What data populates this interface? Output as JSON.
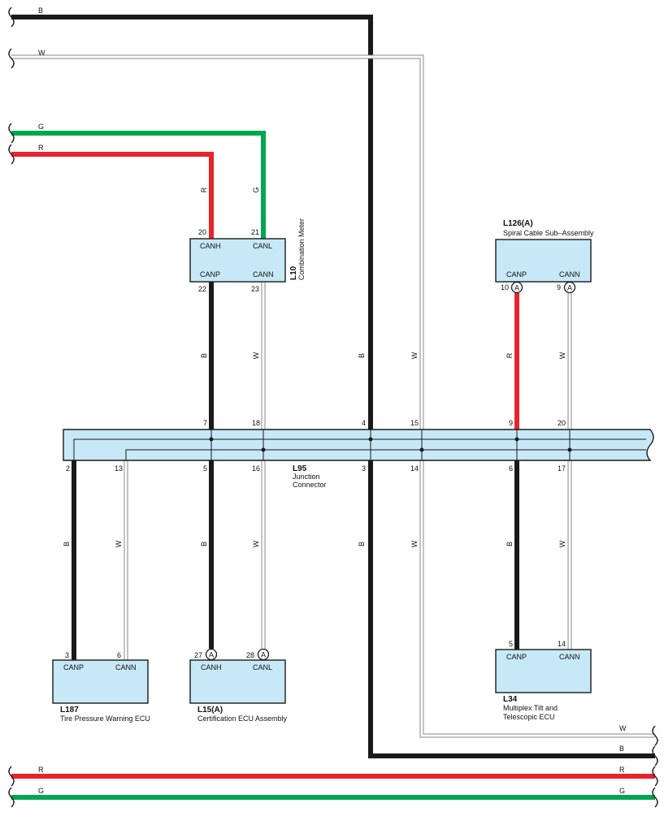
{
  "colors": {
    "black_wire": "#1a1a1a",
    "red_wire": "#e8232a",
    "green_wire": "#00a651",
    "white_wire_outline": "#8a8a8a",
    "connector_fill": "#c7e8f7",
    "connector_stroke": "#1a1a1a"
  },
  "wires": {
    "top_b": "B",
    "top_w": "W",
    "top_g": "G",
    "top_r": "R",
    "meter_r": "R",
    "meter_g": "G",
    "l10_canp": "B",
    "l10_cann": "W",
    "trunk_b": "B",
    "trunk_w": "W",
    "spiral_canp": "R",
    "spiral_cann": "W",
    "l187_canp": "B",
    "l187_cann": "W",
    "l15_canh": "B",
    "l15_canl": "W",
    "lower_trunk_b": "B",
    "lower_trunk_w": "W",
    "l34_canp": "B",
    "l34_cann": "W",
    "right_w": "W",
    "right_b": "B",
    "bottom_r_left": "R",
    "bottom_r_right": "R",
    "bottom_g_left": "G",
    "bottom_g_right": "G"
  },
  "connectors": {
    "l10": {
      "id": "L10",
      "name": "Combination Meter",
      "pin_canh": "20",
      "pin_canl": "21",
      "pin_canp": "22",
      "pin_cann": "23",
      "label_canh": "CANH",
      "label_canl": "CANL",
      "label_canp": "CANP",
      "label_cann": "CANN"
    },
    "l126": {
      "id": "L126(A)",
      "name": "Spiral Cable Sub–Assembly",
      "pin_canp": "10",
      "pin_cann": "9",
      "mark": "A",
      "label_canp": "CANP",
      "label_cann": "CANN"
    },
    "l95": {
      "id": "L95",
      "name_line1": "Junction",
      "name_line2": "Connector",
      "top_pins": [
        "7",
        "18",
        "4",
        "15",
        "9",
        "20"
      ],
      "bottom_pins": [
        "2",
        "13",
        "5",
        "16",
        "3",
        "14",
        "6",
        "17"
      ]
    },
    "l187": {
      "id": "L187",
      "name": "Tire Pressure Warning ECU",
      "pin_canp": "3",
      "pin_cann": "6",
      "label_canp": "CANP",
      "label_cann": "CANN"
    },
    "l15": {
      "id": "L15(A)",
      "name": "Certification ECU Assembly",
      "pin_canh": "27",
      "pin_canl": "28",
      "mark": "A",
      "label_canh": "CANH",
      "label_canl": "CANL"
    },
    "l34": {
      "id": "L34",
      "name_line1": "Multiplex Tilt and",
      "name_line2": "Telescopic ECU",
      "pin_canp": "5",
      "pin_cann": "14",
      "label_canp": "CANP",
      "label_cann": "CANN"
    }
  }
}
